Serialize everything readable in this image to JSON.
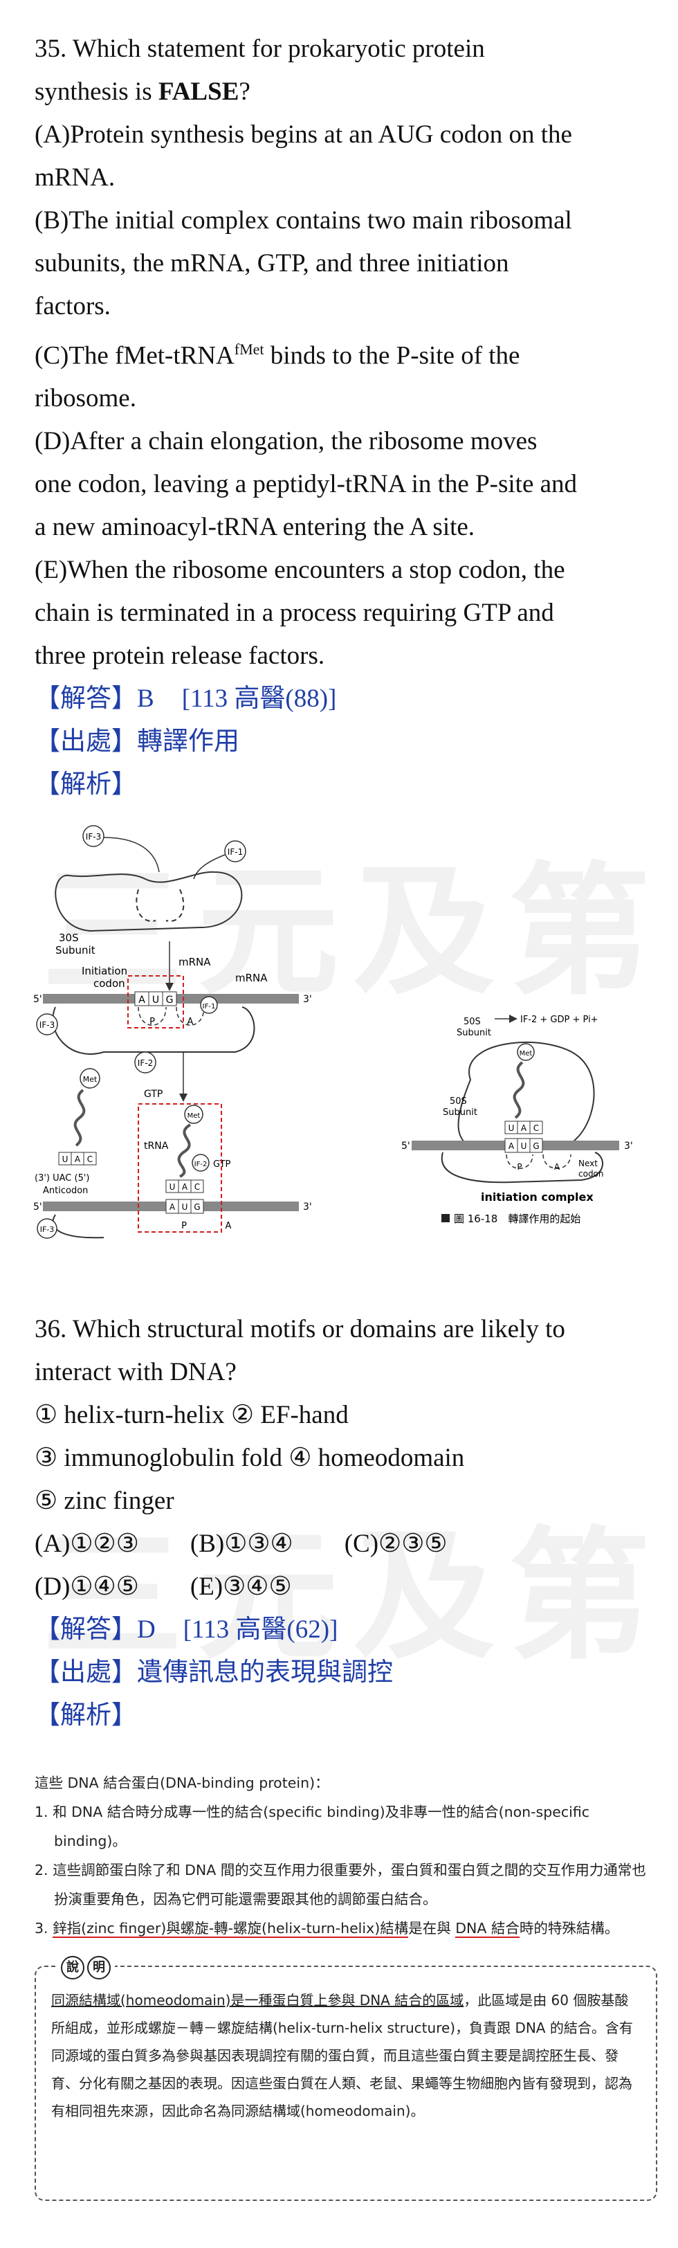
{
  "watermark": "三元及第",
  "q35": {
    "lines": [
      "35. Which statement for prokaryotic protein",
      "(A)Protein synthesis begins at an AUG codon on the",
      "mRNA.",
      "(B)The initial complex contains two main ribosomal",
      "subunits, the mRNA, GTP, and three initiation",
      "factors.",
      "ribosome.",
      "(D)After a chain elongation, the ribosome moves",
      "one codon, leaving a peptidyl-tRNA in the P-site and",
      "a new aminoacyl-tRNA entering the A site.",
      "(E)When the ribosome encounters a stop codon, the",
      "chain is terminated in a process requiring GTP and",
      "three protein release factors."
    ],
    "line2_pre": "synthesis is ",
    "line2_bold": "FALSE",
    "line2_post": "?",
    "c_pre": "(C)The fMet-tRNA",
    "c_sup": "fMet",
    "c_post": " binds to the P-site of the",
    "answer_label": "【解答】B",
    "answer_source": "[113 高醫(88)]",
    "source_label": "【出處】轉譯作用",
    "analysis_label": "【解析】"
  },
  "figure1": {
    "labels": {
      "if3": "IF-3",
      "if1": "IF-1",
      "if2": "IF-2",
      "s30": "30S",
      "subunit": "Subunit",
      "mrna": "mRNA",
      "init_codon_1": "Initiation",
      "init_codon_2": "codon",
      "five": "5'",
      "three": "3'",
      "a": "A",
      "u": "U",
      "g": "G",
      "c": "C",
      "p": "P",
      "met": "Met",
      "gtp": "GTP",
      "trna": "tRNA",
      "anticodon_1": "(3') UAC (5')",
      "anticodon_2": "Anticodon",
      "s50": "50S",
      "release": "IF-2 + GDP + Pi+",
      "next_1": "Next",
      "next_2": "codon",
      "init_complex": "initiation complex",
      "caption": "圖 16-18　轉譯作用的起始"
    }
  },
  "q36": {
    "lines": [
      "36. Which structural motifs or domains are likely to",
      "interact with DNA?",
      "①  helix-turn-helix  ②  EF-hand",
      "③  immunoglobulin fold  ④  homeodomain",
      "⑤  zinc finger",
      "(A)①②③　　(B)①③④　　(C)②③⑤",
      "(D)①④⑤　　(E)③④⑤"
    ],
    "answer_label": "【解答】D",
    "answer_source": "[113 高醫(62)]",
    "source_label": "【出處】遺傳訊息的表現與調控",
    "analysis_label": "【解析】"
  },
  "notes": {
    "intro": "這些 DNA 結合蛋白(DNA-binding protein)：",
    "item1": "1. 和 DNA 結合時分成專一性的結合(specific binding)及非專一性的結合(non-specific binding)。",
    "item2": "2. 這些調節蛋白除了和 DNA 間的交互作用力很重要外，蛋白質和蛋白質之間的交互作用力通常也扮演重要角色，因為它們可能還需要跟其他的調節蛋白結合。",
    "item3_num": "3. ",
    "item3_u1": "鋅指(zinc finger)與螺旋-轉-螺旋(helix-turn-helix)結構",
    "item3_mid": "是在與 ",
    "item3_u2": "DNA 結合",
    "item3_post": "時的特殊結構。"
  },
  "box": {
    "tag1": "說",
    "tag2": "明",
    "underlined": "同源結構域(homeodomain)是一種蛋白質上參與 DNA 結合的區域",
    "rest": "，此區域是由 60 個胺基酸所組成，並形成螺旋－轉－螺旋結構(helix-turn-helix structure)，負責跟 DNA 的結合。含有同源域的蛋白質多為參與基因表現調控有關的蛋白質，而且這些蛋白質主要是調控胚生長、發育、分化有關之基因的表現。因這些蛋白質在人類、老鼠、果蠅等生物細胞內皆有發現到，認為有相同祖先來源，因此命名為同源結構域(homeodomain)。"
  }
}
